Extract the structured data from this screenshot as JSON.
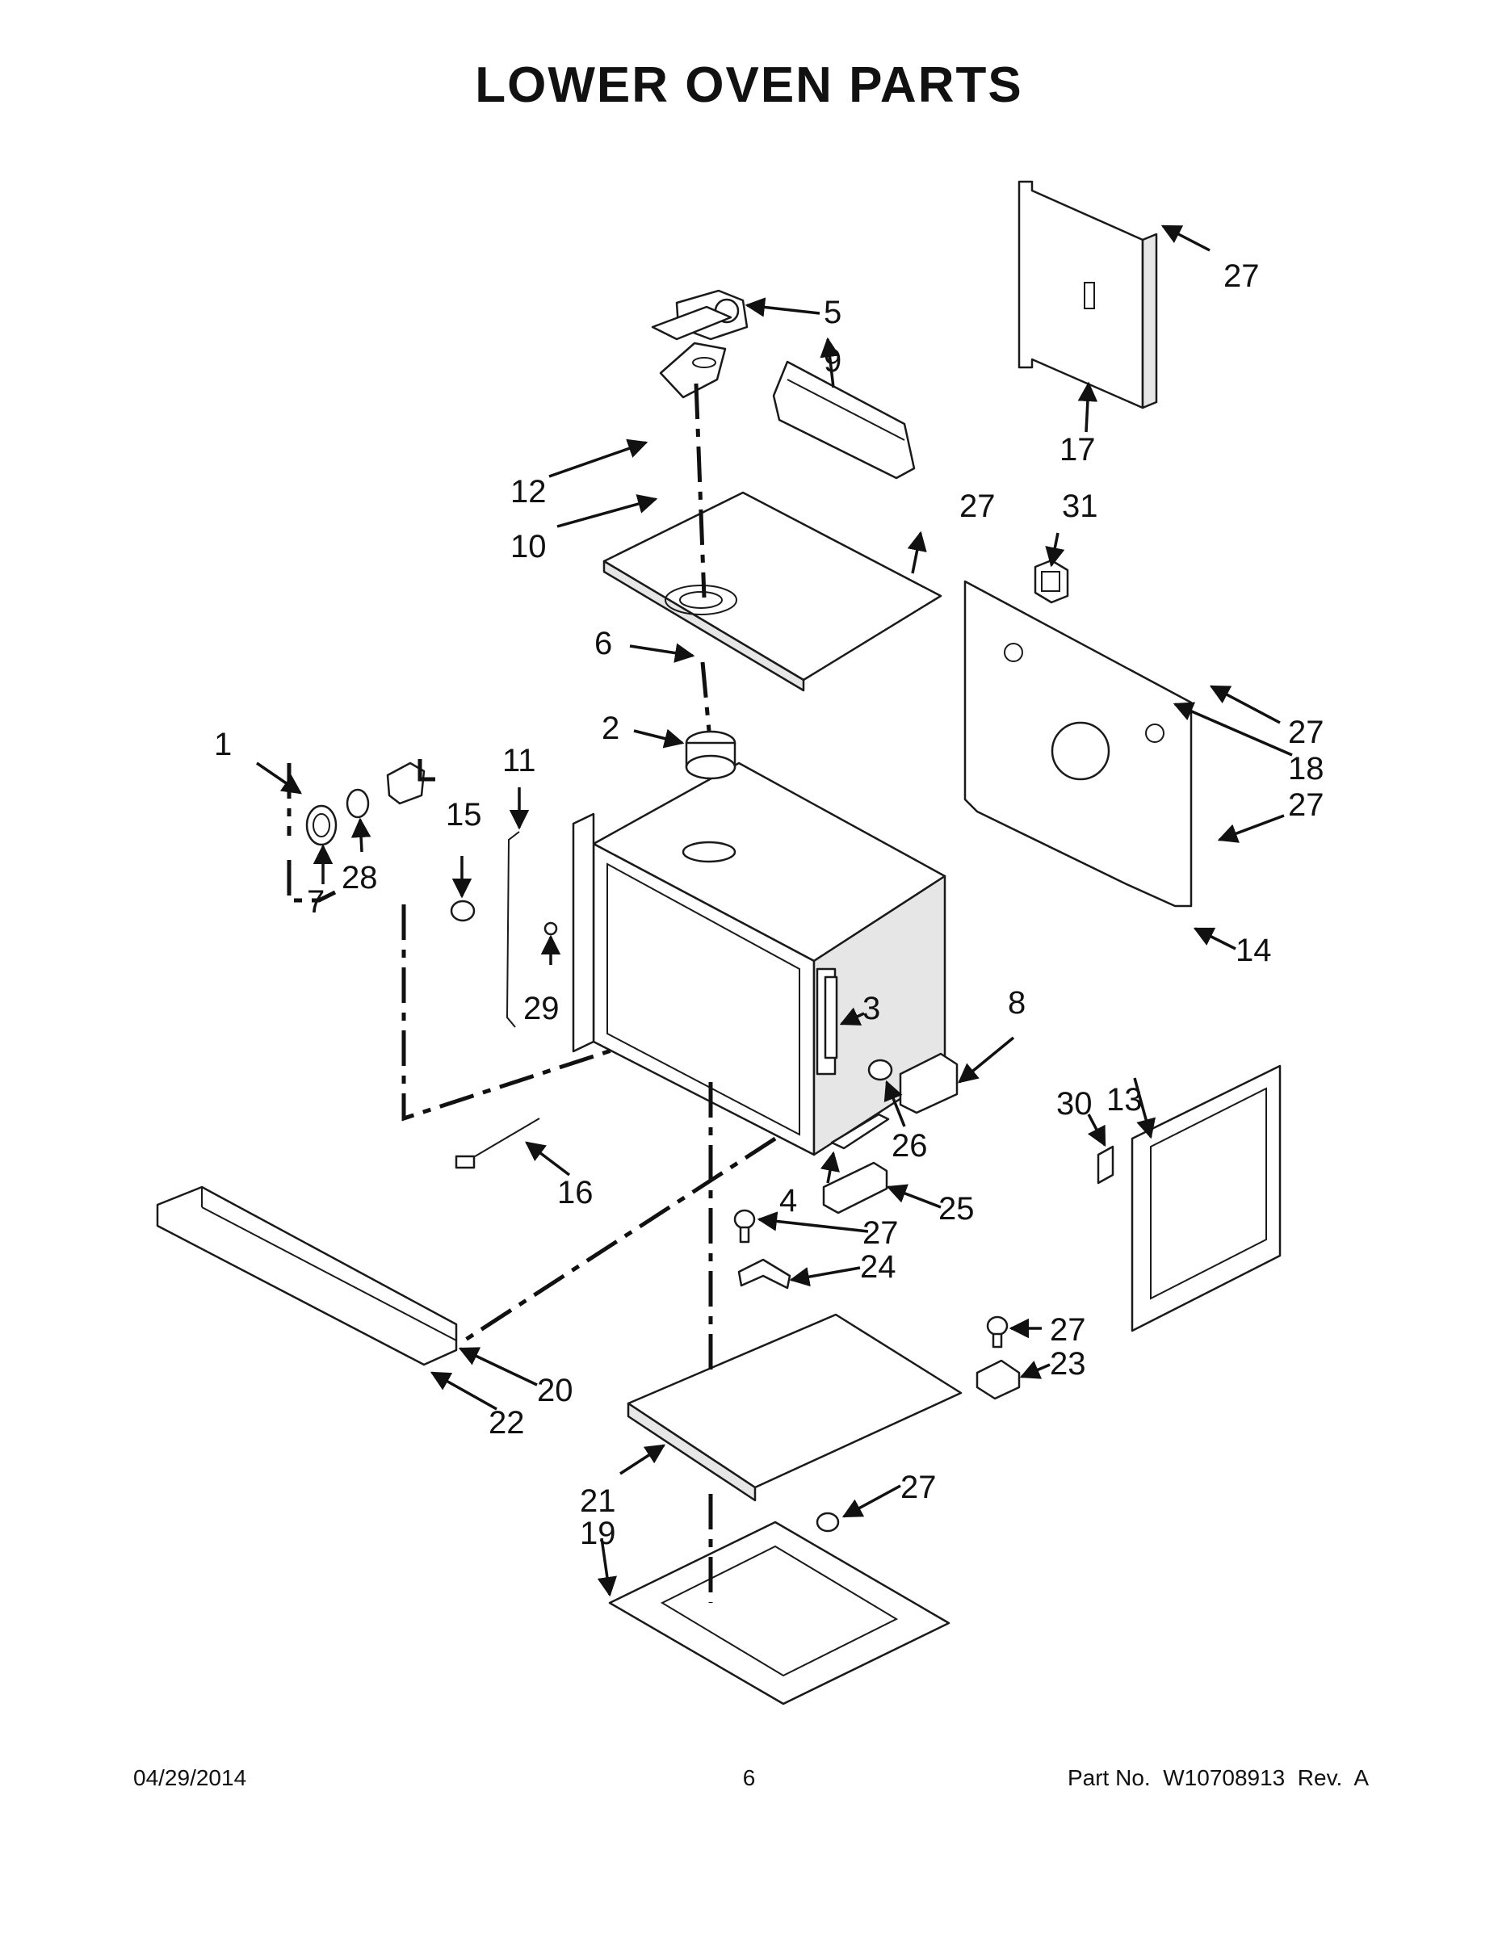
{
  "title": "LOWER OVEN PARTS",
  "footer": {
    "date": "04/29/2014",
    "page": "6",
    "part": "Part No.  W10708913  Rev.  A"
  },
  "labels": {
    "l1": "1",
    "l2": "2",
    "l3": "3",
    "l4": "4",
    "l5": "5",
    "l6": "6",
    "l7": "7",
    "l8": "8",
    "l9": "9",
    "l10": "10",
    "l11": "11",
    "l12": "12",
    "l13": "13",
    "l14": "14",
    "l15": "15",
    "l16": "16",
    "l17": "17",
    "l18": "18",
    "l19": "19",
    "l20": "20",
    "l21": "21",
    "l22": "22",
    "l23": "23",
    "l24": "24",
    "l25": "25",
    "l26": "26",
    "l27a": "27",
    "l27b": "27",
    "l27c": "27",
    "l27d": "27",
    "l27e": "27",
    "l27f": "27",
    "l27g": "27",
    "l28": "28",
    "l29": "29",
    "l30": "30",
    "l31": "31"
  }
}
